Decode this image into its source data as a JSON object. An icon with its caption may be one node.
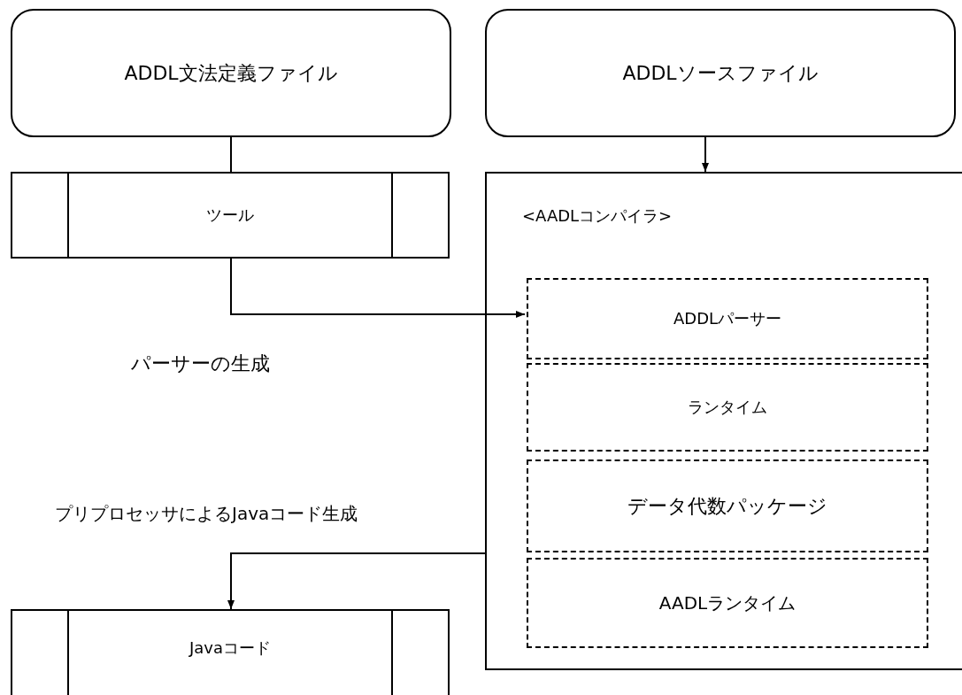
{
  "diagram": {
    "nodes": [
      {
        "text": [
          "ADDL文法定義ファイル"
        ]
      },
      {
        "text": [
          "ADDLソースファイル"
        ]
      },
      {
        "text": [
          "ツール"
        ]
      },
      {
        "text": [
          "<AADLコンパイラ>"
        ]
      },
      {
        "text": [
          "ADDLパーサー"
        ],
        "in": 3
      },
      {
        "text": [
          "ランタイム"
        ],
        "in": 3
      },
      {
        "text": [
          "データ代数パッケージ"
        ],
        "in": 3
      },
      {
        "text": [
          "AADLランタイム"
        ],
        "in": 3
      },
      {
        "text": [
          "Javaコード"
        ]
      }
    ],
    "edges": [
      {
        "from": 0,
        "to": 2,
        "arrow": "none"
      },
      {
        "from": 1,
        "to": 3,
        "arrow": "to"
      },
      {
        "from": 2,
        "to": 4,
        "arrow": "to"
      },
      {
        "from": 3,
        "to": 8,
        "arrow": "to"
      }
    ],
    "labels": [
      "パーサーの生成",
      "プリプロセッサによるJavaコード生成"
    ]
  }
}
